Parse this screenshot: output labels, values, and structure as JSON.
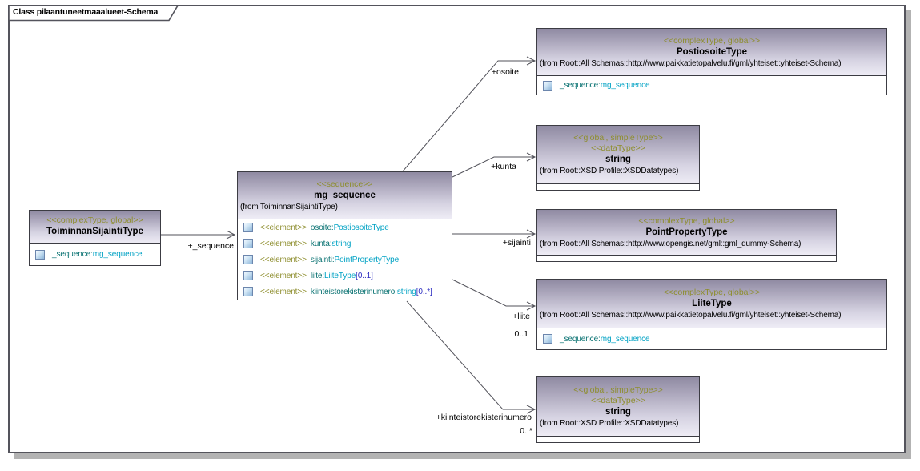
{
  "frame": {
    "title": "Class pilaantuneetmaaalueet-Schema"
  },
  "colors": {
    "stereotype_text": "#8e8e2e",
    "attribute_name": "#067070",
    "attribute_type": "#00a2c4",
    "multiplicity": "#2a2ac0",
    "header_gradient_top": "#8f8aa2",
    "header_gradient_bottom": "#eeecf5",
    "box_border": "#3c3c43",
    "connector": "#52525a",
    "frame_border": "#54545c",
    "frame_shadow": "#b3b3b3"
  },
  "boxes": {
    "toiminnan": {
      "stereotype": "<<complexType, global>>",
      "name": "ToiminnanSijaintiType",
      "attributes": [
        {
          "name": "_sequence:",
          "type": "mg_sequence"
        }
      ]
    },
    "mg_sequence": {
      "stereotype": "<<sequence>>",
      "name": "mg_sequence",
      "from": "(from ToiminnanSijaintiType)",
      "attributes": [
        {
          "stereotype": "<<element>>",
          "name": "osoite:",
          "type": "PostiosoiteType"
        },
        {
          "stereotype": "<<element>>",
          "name": "kunta:",
          "type": "string"
        },
        {
          "stereotype": "<<element>>",
          "name": "sijainti:",
          "type": "PointPropertyType"
        },
        {
          "stereotype": "<<element>>",
          "name": "liite:",
          "type": "LiiteType",
          "multiplicity": "[0..1]"
        },
        {
          "stereotype": "<<element>>",
          "name": "kiinteistorekisterinumero:",
          "type": "string",
          "multiplicity": "[0..*]"
        }
      ]
    },
    "postiosoite": {
      "stereotype": "<<complexType, global>>",
      "name": "PostiosoiteType",
      "from": "(from Root::All Schemas::http://www.paikkatietopalvelu.fi/gml/yhteiset::yhteiset-Schema)",
      "attributes": [
        {
          "name": "_sequence:",
          "type": "mg_sequence"
        }
      ]
    },
    "string_top": {
      "stereotype": "<<global, simpleType>>",
      "stereotype2": "<<dataType>>",
      "name": "string",
      "from": "(from Root::XSD Profile::XSDDatatypes)"
    },
    "pointproperty": {
      "stereotype": "<<complexType, global>>",
      "name": "PointPropertyType",
      "from": "(from Root::All Schemas::http://www.opengis.net/gml::gml_dummy-Schema)"
    },
    "liite": {
      "stereotype": "<<complexType, global>>",
      "name": "LiiteType",
      "from": "(from Root::All Schemas::http://www.paikkatietopalvelu.fi/gml/yhteiset::yhteiset-Schema)",
      "attributes": [
        {
          "name": "_sequence:",
          "type": "mg_sequence"
        }
      ]
    },
    "string_bottom": {
      "stereotype": "<<global, simpleType>>",
      "stereotype2": "<<dataType>>",
      "name": "string",
      "from": "(from Root::XSD Profile::XSDDatatypes)"
    }
  },
  "edges": {
    "sequence": {
      "label": "+_sequence"
    },
    "osoite": {
      "label": "+osoite"
    },
    "kunta": {
      "label": "+kunta"
    },
    "sijainti": {
      "label": "+sijainti"
    },
    "liite": {
      "label": "+liite",
      "multiplicity": "0..1"
    },
    "kiinteistorekisterinumero": {
      "label": "+kiinteistorekisterinumero",
      "multiplicity": "0..*"
    }
  }
}
